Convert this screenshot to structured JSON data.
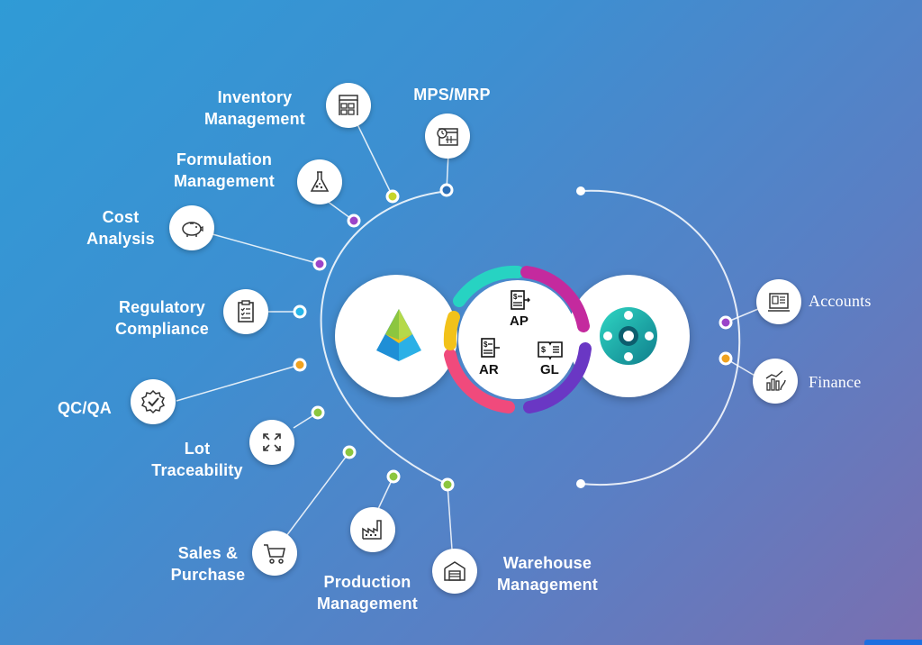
{
  "modules": {
    "inventory": {
      "label": "Inventory\nManagement",
      "icon": "warehouse-shelves-icon"
    },
    "mps": {
      "label": "MPS/MRP",
      "icon": "calendar-schedule-icon"
    },
    "formulation": {
      "label": "Formulation\nManagement",
      "icon": "flask-icon"
    },
    "cost": {
      "label": "Cost\nAnalysis",
      "icon": "piggy-bank-icon"
    },
    "regulatory": {
      "label": "Regulatory\nCompliance",
      "icon": "clipboard-checklist-icon"
    },
    "qcqa": {
      "label": "QC/QA",
      "icon": "quality-badge-icon"
    },
    "lot": {
      "label": "Lot\nTraceability",
      "icon": "expand-arrows-icon"
    },
    "sales": {
      "label": "Sales &\nPurchase",
      "icon": "shopping-cart-icon"
    },
    "production": {
      "label": "Production\nManagement",
      "icon": "factory-icon"
    },
    "warehouse": {
      "label": "Warehouse\nManagement",
      "icon": "warehouse-icon"
    }
  },
  "right_modules": {
    "accounts": {
      "label": "Accounts",
      "icon": "accounting-document-icon"
    },
    "finance": {
      "label": "Finance",
      "icon": "finance-chart-icon"
    }
  },
  "center": {
    "ap": "AP",
    "ar": "AR",
    "gl": "GL",
    "left_logo": "pyramid-logo-icon",
    "right_logo": "business-central-logo-icon"
  },
  "colors": {
    "dot_yellow": "#c6d52a",
    "dot_purple": "#9b44c9",
    "dot_blue": "#2b6fb8",
    "dot_cyan": "#27b6e8",
    "dot_orange": "#f0a21f",
    "dot_green": "#8cc63f",
    "ring_teal": "#27d3c2",
    "ring_magenta": "#c42a9e",
    "ring_purple": "#6a37c4",
    "ring_pink": "#f04a7c",
    "ring_yellow": "#f2c21a"
  }
}
